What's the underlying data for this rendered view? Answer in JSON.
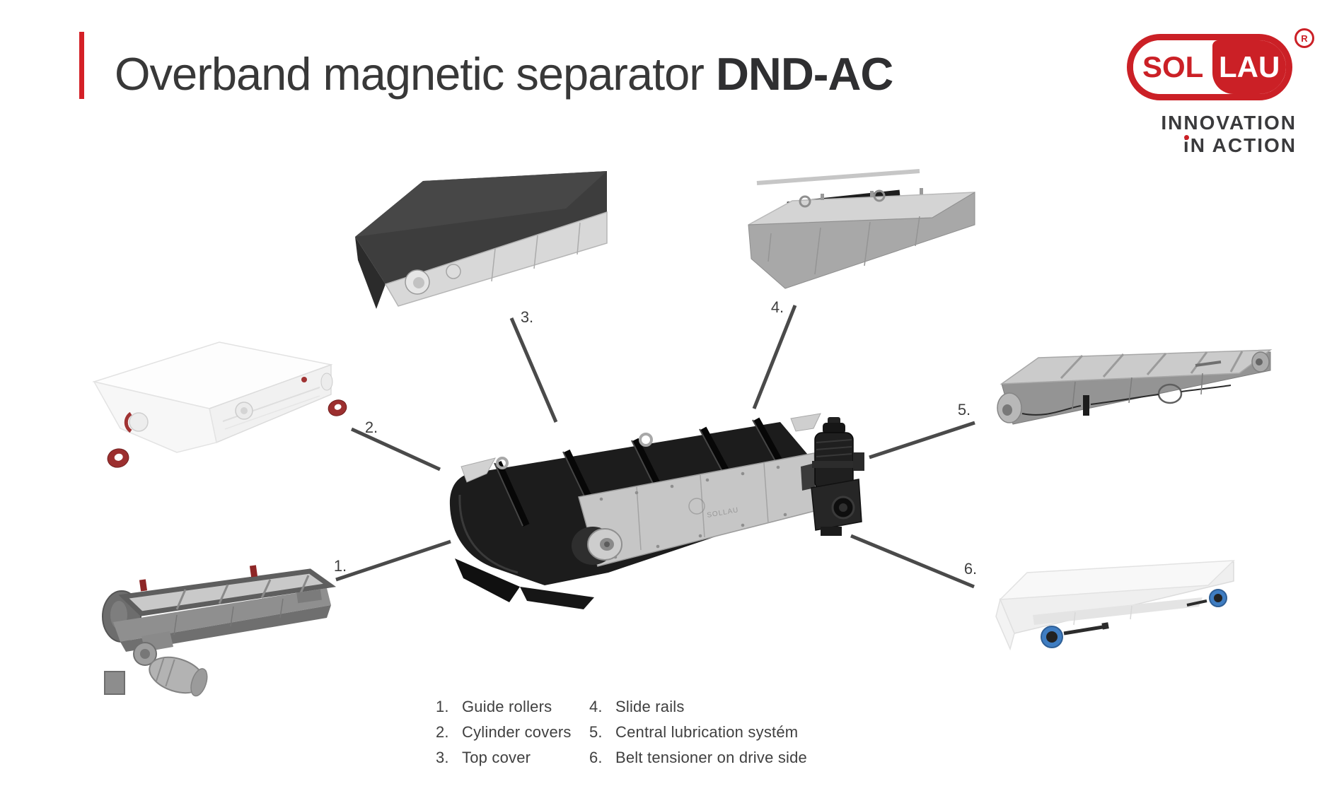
{
  "header": {
    "title_regular": "Overband magnetic separator ",
    "title_bold": "DND-AC",
    "accent_color": "#d42027"
  },
  "logo": {
    "brand_left": "SOL",
    "brand_right": "LAU",
    "registered": "R",
    "tagline_line1": "INNOVATION",
    "tagline_line2_i": "i",
    "tagline_line2_rest": "N ACTION",
    "red": "#cb2026",
    "dark": "#3a3a3c"
  },
  "callouts": [
    {
      "label": "1."
    },
    {
      "label": "2."
    },
    {
      "label": "3."
    },
    {
      "label": "4."
    },
    {
      "label": "5."
    },
    {
      "label": "6."
    }
  ],
  "legend": {
    "columns": [
      [
        {
          "num": "1.",
          "label": "Guide rollers"
        },
        {
          "num": "2.",
          "label": "Cylinder covers"
        },
        {
          "num": "3.",
          "label": "Top cover"
        }
      ],
      [
        {
          "num": "4.",
          "label": "Slide rails"
        },
        {
          "num": "5.",
          "label": "Central lubrication systém"
        },
        {
          "num": "6.",
          "label": "Belt tensioner on drive side"
        }
      ]
    ]
  },
  "machine_watermark": "SOLLAU",
  "colors": {
    "callout_line": "#4a4a4a",
    "text": "#3f3f3f",
    "maroon_part": "#9c2f2f",
    "blue_part": "#3f7dc2",
    "belt_black": "#1c1c1c"
  }
}
